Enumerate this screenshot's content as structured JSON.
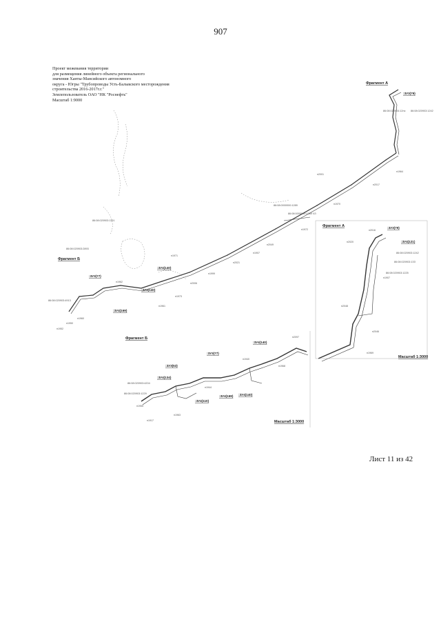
{
  "page": {
    "number": "907",
    "sheet": "Лист 11 из 42"
  },
  "project": {
    "lines": [
      "Проект межевания территории",
      "для размещения линейного объекта регионального",
      "значения Ханты-Мансийского автономного",
      "округа - Югры \"Трубопроводы Усть-Балыкского месторождения",
      "строительства 2016-2017г.г.\"",
      "Землепользователь ОАО \"НК \"Роснефть\"",
      "Масштаб 1:9000"
    ]
  },
  "map": {
    "fragments": {
      "a_top": "Фрагмент А",
      "a_mid": "Фрагмент А",
      "b": "Фрагмент Б",
      "b_bottom": "Фрагмент Б"
    },
    "scales": {
      "a": "Масштаб 1:3000",
      "b": "Масштаб 1:3000"
    },
    "parcels": {
      "p1": ":ЗУ3(79)",
      "p2": ":ЗУ3(79)",
      "p3": ":ЗУ4(121)",
      "p4": ":ЗУ4(140)",
      "p5": ":ЗУ3(77)",
      "p6": ":ЗУ4(169)",
      "p7": ":ЗУ4(140)",
      "p8": ":ЗУ3(77)",
      "p9": ":ЗУ3(53)",
      "p10": ":ЗУ4(134)",
      "p11": ":ЗУ4(110)",
      "p12": ":ЗУ4(169)",
      "p13": ":ЗУ4(140)",
      "p14": ":ЗУ4(140)"
    },
    "cadastral": {
      "c1": "86:08:0000000:1289",
      "c2": "86:08:0000000:1289 ЧЗ",
      "c3": "86:08:020903:1191",
      "c4": "86:08:020903:2893",
      "c5": "86:08:020904:12нс",
      "c6": "86:08:020903:1242",
      "c7": "86:08:020903:1225",
      "c8": "86:08:020903:1ЗЗ",
      "c9": "86:08:020903:4913",
      "c10": "86:08:020903:4204",
      "c11": "86:08:020903:1242",
      "c12": "86:08:020903:1229"
    },
    "points": {
      "n1": "н1964",
      "n2": "н2017",
      "n3": "н1970",
      "n4": "н2001",
      "n5": "н1972",
      "n6": "н1971",
      "n7": "н2021",
      "n8": "н1907",
      "n9": "н1999",
      "n10": "н1962",
      "n11": "н1961",
      "n12": "н2049",
      "n13": "н2006",
      "n14": "н1973",
      "n15": "н1960",
      "n16": "н1950",
      "n17": "н1952",
      "n18": "н2016",
      "n19": "н2020",
      "n20": "н1907",
      "n21": "н2048",
      "n22": "н2046",
      "n23": "н2097",
      "n24": "н1940",
      "n25": "н1968",
      "n26": "н1944",
      "n27": "н1955",
      "n28": "н1963",
      "n29": "н1917",
      "n30": "н1969"
    }
  }
}
